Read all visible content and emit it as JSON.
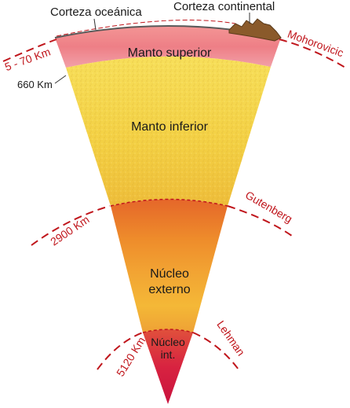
{
  "diagram": {
    "labels": {
      "corteza_oceanica": "Corteza oceánica",
      "corteza_continental": "Corteza continental",
      "moho_depth": "5 - 70 Km",
      "mohorovicic": "Mohorovicic",
      "depth_660": "660 Km",
      "manto_superior": "Manto superior",
      "manto_inferior": "Manto inferior",
      "depth_2900": "2900 Km",
      "gutenberg": "Gutenberg",
      "nucleo_externo_1": "Núcleo",
      "nucleo_externo_2": "externo",
      "depth_5120": "5120 Km",
      "lehman": "Lehman",
      "nucleo_interno_1": "Núcleo",
      "nucleo_interno_2": "int."
    },
    "colors": {
      "upper_mantle": "#f08a8a",
      "lower_mantle": "#f4d24a",
      "outer_core": "#e77a22",
      "inner_core": "#d81e45",
      "discontinuity": "#c0161c",
      "crust": "#8a5a2b"
    }
  }
}
